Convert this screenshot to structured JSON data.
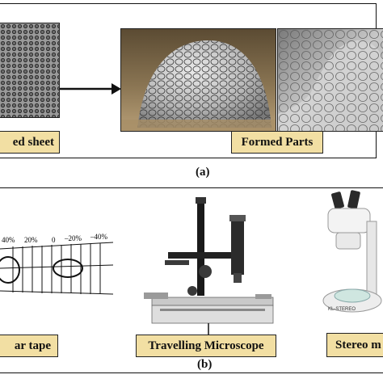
{
  "panel_a": {
    "letter": "(a)",
    "left_label": "ed sheet",
    "right_label": "Formed Parts"
  },
  "panel_b": {
    "letter": "(b)",
    "tape_label": "ar tape",
    "microscope_label": "Travelling Microscope",
    "stereo_label": "Stereo m",
    "tape_percent_labels": [
      "40%",
      "20%",
      "0",
      "–20%",
      "–40%"
    ]
  },
  "colors": {
    "label_fill": "#f2dfa3",
    "frame": "#111111"
  }
}
